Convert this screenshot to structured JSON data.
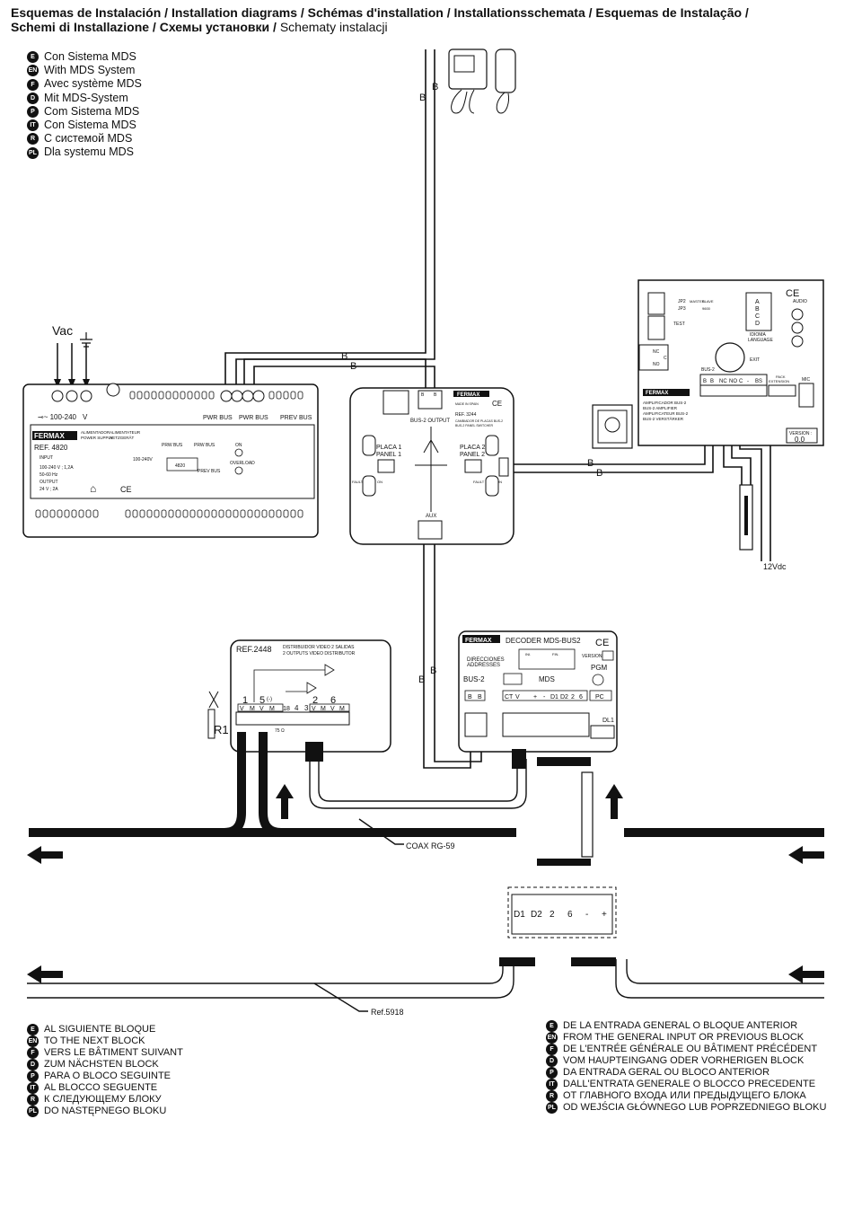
{
  "title": {
    "line1": "Esquemas de Instalación / Installation diagrams / Schémas d'installation / Installationsschemata / Esquemas de Instalação /",
    "line2_bold": "Schemi di Installazione / Схемы установки /",
    "line2_normal": "Schematy instalacji"
  },
  "mds_legend": [
    {
      "code": "E",
      "text": "Con Sistema MDS"
    },
    {
      "code": "EN",
      "text": "With MDS System"
    },
    {
      "code": "F",
      "text": "Avec système MDS"
    },
    {
      "code": "D",
      "text": "Mit  MDS-System"
    },
    {
      "code": "P",
      "text": "Com Sistema MDS"
    },
    {
      "code": "IT",
      "text": "Con Sistema MDS"
    },
    {
      "code": "R",
      "text": "С системой MDS"
    },
    {
      "code": "PL",
      "text": "Dla systemu MDS"
    }
  ],
  "next_block_legend": [
    {
      "code": "E",
      "text": "AL SIGUIENTE BLOQUE"
    },
    {
      "code": "EN",
      "text": "TO THE NEXT BLOCK"
    },
    {
      "code": "F",
      "text": "VERS LE BÂTIMENT SUIVANT"
    },
    {
      "code": "D",
      "text": "ZUM NÄCHSTEN BLOCK"
    },
    {
      "code": "P",
      "text": "PARA O BLOCO SEGUINTE"
    },
    {
      "code": "IT",
      "text": "AL BLOCCO SEGUENTE"
    },
    {
      "code": "R",
      "text": "К СЛЕДУЮЩЕМУ БЛОКУ"
    },
    {
      "code": "PL",
      "text": "DO NASTĘPNEGO BLOKU"
    }
  ],
  "prev_block_legend": [
    {
      "code": "E",
      "text": "DE LA ENTRADA GENERAL O BLOQUE ANTERIOR"
    },
    {
      "code": "EN",
      "text": "FROM THE GENERAL INPUT OR PREVIOUS BLOCK"
    },
    {
      "code": "F",
      "text": "DE L'ENTRÉE GÉNÉRALE OU BÂTIMENT PRÉCÉDENT"
    },
    {
      "code": "D",
      "text": "VOM HAUPTEINGANG ODER VORHERIGEN BLOCK"
    },
    {
      "code": "P",
      "text": "DA ENTRADA GERAL OU BLOCO ANTERIOR"
    },
    {
      "code": "IT",
      "text": "DALL'ENTRATA GENERALE O BLOCCO PRECEDENTE"
    },
    {
      "code": "R",
      "text": "ОТ ГЛАВНОГО ВХОДА ИЛИ ПРЕДЫДУЩЕГО БЛОКА"
    },
    {
      "code": "PL",
      "text": "OD WEJŚCIA GŁÓWNEGO LUB POPRZEDNIEGO BLOKU"
    }
  ],
  "labels": {
    "vac": "Vac",
    "bus_b": "B",
    "brand": "FERMAX",
    "vdc": "12Vdc",
    "coax": "COAX RG-59",
    "ref5918": "Ref.5918",
    "r1": "R1"
  },
  "power_supply": {
    "ref": "REF. 4820",
    "title_es": "ALIMENTADOR",
    "title_en": "POWER SUPPLY",
    "title_fr": "ALIMENTATEUR",
    "title_de": "NETZGERÄT",
    "input_label": "100-240",
    "input_v": "V",
    "pwr_bus_1": "PWR BUS",
    "pwr_bus_2": "PWR BUS",
    "prev_bus": "PREV BUS",
    "spec_input": "INPUT",
    "spec_voltage": "100-240 V ; 1,2A",
    "spec_freq": "50-60 Hz",
    "spec_output": "OUTPUT",
    "spec_out_val": "24 V ; 2A",
    "diag_prw_1": "PRW BUS",
    "diag_prw_2": "PRW BUS",
    "diag_in": "100-240V",
    "diag_model": "4820",
    "diag_prev": "PREV BUS",
    "on": "ON",
    "overload": "OVERLOAD",
    "ce": "CE"
  },
  "panel_changer": {
    "ref": "REF. 3244",
    "made_in": "MADE IN SPAIN",
    "desc": "CAMBIADOR DE PLACAS BUS-2",
    "desc2": "BUS-2 PANEL SWITCHER",
    "bus2_output": "BUS-2 OUTPUT",
    "panel1_es": "PLACA 1",
    "panel1_en": "PANEL 1",
    "panel2_es": "PLACA 2",
    "panel2_en": "PANEL 2",
    "fault": "FAULT",
    "on": "ON",
    "aux": "AUX",
    "term_b": "B"
  },
  "amplifier": {
    "jp2": "JP2",
    "jp3": "JP3",
    "master": "MASTER",
    "slave": "SLAVE",
    "vdd": "9600",
    "abcd": [
      "A",
      "B",
      "C",
      "D"
    ],
    "test": "TEST",
    "idioma": "IDIOMA",
    "language": "LANGUAGE",
    "audio": "AUDIO",
    "nc": "NC",
    "no": "NO",
    "c": "C",
    "bus2": "BUS-2",
    "exit": "EXIT",
    "pack": "PACK",
    "extension": "EXTENSION",
    "mic": "MIC",
    "terminals": [
      "B",
      "B",
      "NC",
      "NO",
      "C",
      "-",
      "BS"
    ],
    "desc": [
      "AMPLIFICADOR BUS-2",
      "BUS-2 AMPLIFIER",
      "AMPLIFICATEUR BUS-2",
      "BUS-2 VERSTÄRKER"
    ],
    "version_label": "VERSION :",
    "version": "0.0"
  },
  "distributor": {
    "ref": "REF.2448",
    "desc1": "DISTRIBUIDOR VIDEO 2 SALIDAS",
    "desc2": "2 OUTPUTS VIDEO DISTRIBUTOR",
    "out1": "1",
    "out5": "5",
    "out5_sym": "(-)",
    "out2": "2",
    "out6": "6",
    "plus18": "+18",
    "four": "4",
    "three": "3",
    "r": "R",
    "ohm": "75 Ω",
    "vm": [
      "V",
      "M",
      "V",
      "M",
      "V",
      "M",
      "V",
      "M"
    ]
  },
  "decoder": {
    "title": "DECODER MDS-BUS2",
    "addr_es": "DIRECCIONES",
    "addr_en": "ADDRESSES",
    "ini": "INI.",
    "fin": "FIN.",
    "version": "VERSION",
    "pgm": "PGM",
    "bus2": "BUS-2",
    "mds": "MDS",
    "terminals": [
      "B",
      "B",
      "CT",
      "V",
      "+",
      "-",
      "D1",
      "D2",
      "2",
      "6",
      "PC"
    ],
    "dl1": "DL1"
  },
  "junction": {
    "labels": [
      "D1",
      "D2",
      "2",
      "6",
      "-",
      "+"
    ]
  }
}
